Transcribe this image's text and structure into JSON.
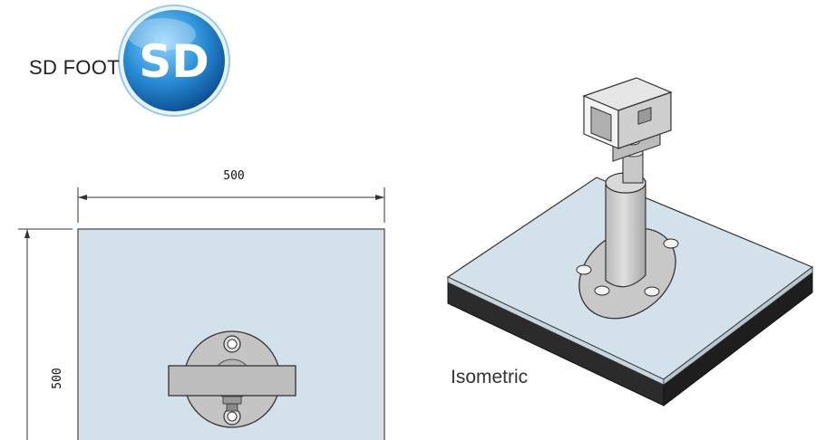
{
  "title": "SD FOOT",
  "logo": {
    "text": "SD",
    "color": "#2a8fd6"
  },
  "plan_view": {
    "width_dimension": "500",
    "height_dimension": "500",
    "plate_color": "#d3e1ea"
  },
  "isometric_view": {
    "label": "Isometric",
    "plate_top_color": "#d3e1ea",
    "plate_base_color": "#2b2b2b"
  }
}
